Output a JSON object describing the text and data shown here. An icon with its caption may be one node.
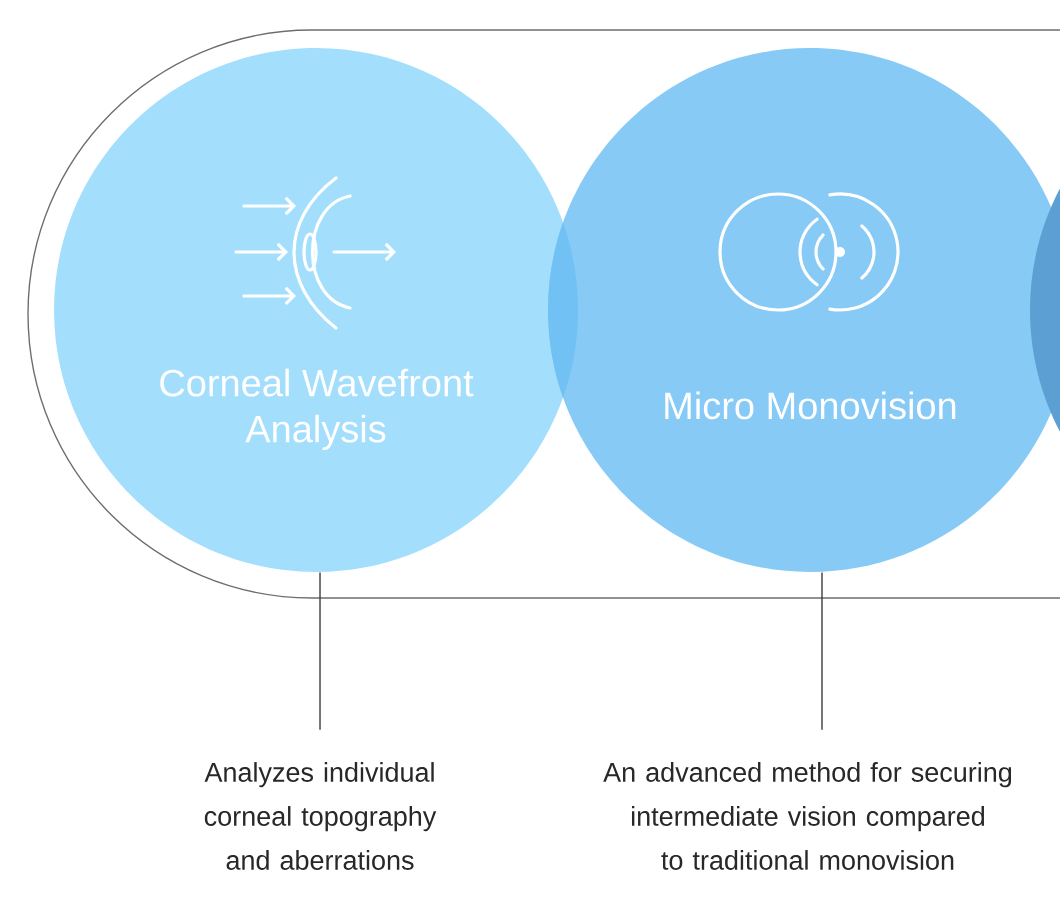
{
  "diagram": {
    "nodes": [
      {
        "text": [
          "Corneal Wavefront Analysis"
        ]
      },
      {
        "text": [
          "Micro Monovision"
        ]
      },
      {
        "text": [],
        "shape": "circle"
      },
      {
        "text": [
          "Analyzes individual corneal topography and aberrations"
        ]
      },
      {
        "text": [
          "An advanced method for securing intermediate vision compared to traditional monovision"
        ]
      }
    ],
    "edges": [
      {
        "from": 0,
        "to": 3,
        "arrow": "none"
      },
      {
        "from": 1,
        "to": 4,
        "arrow": "none"
      }
    ]
  }
}
